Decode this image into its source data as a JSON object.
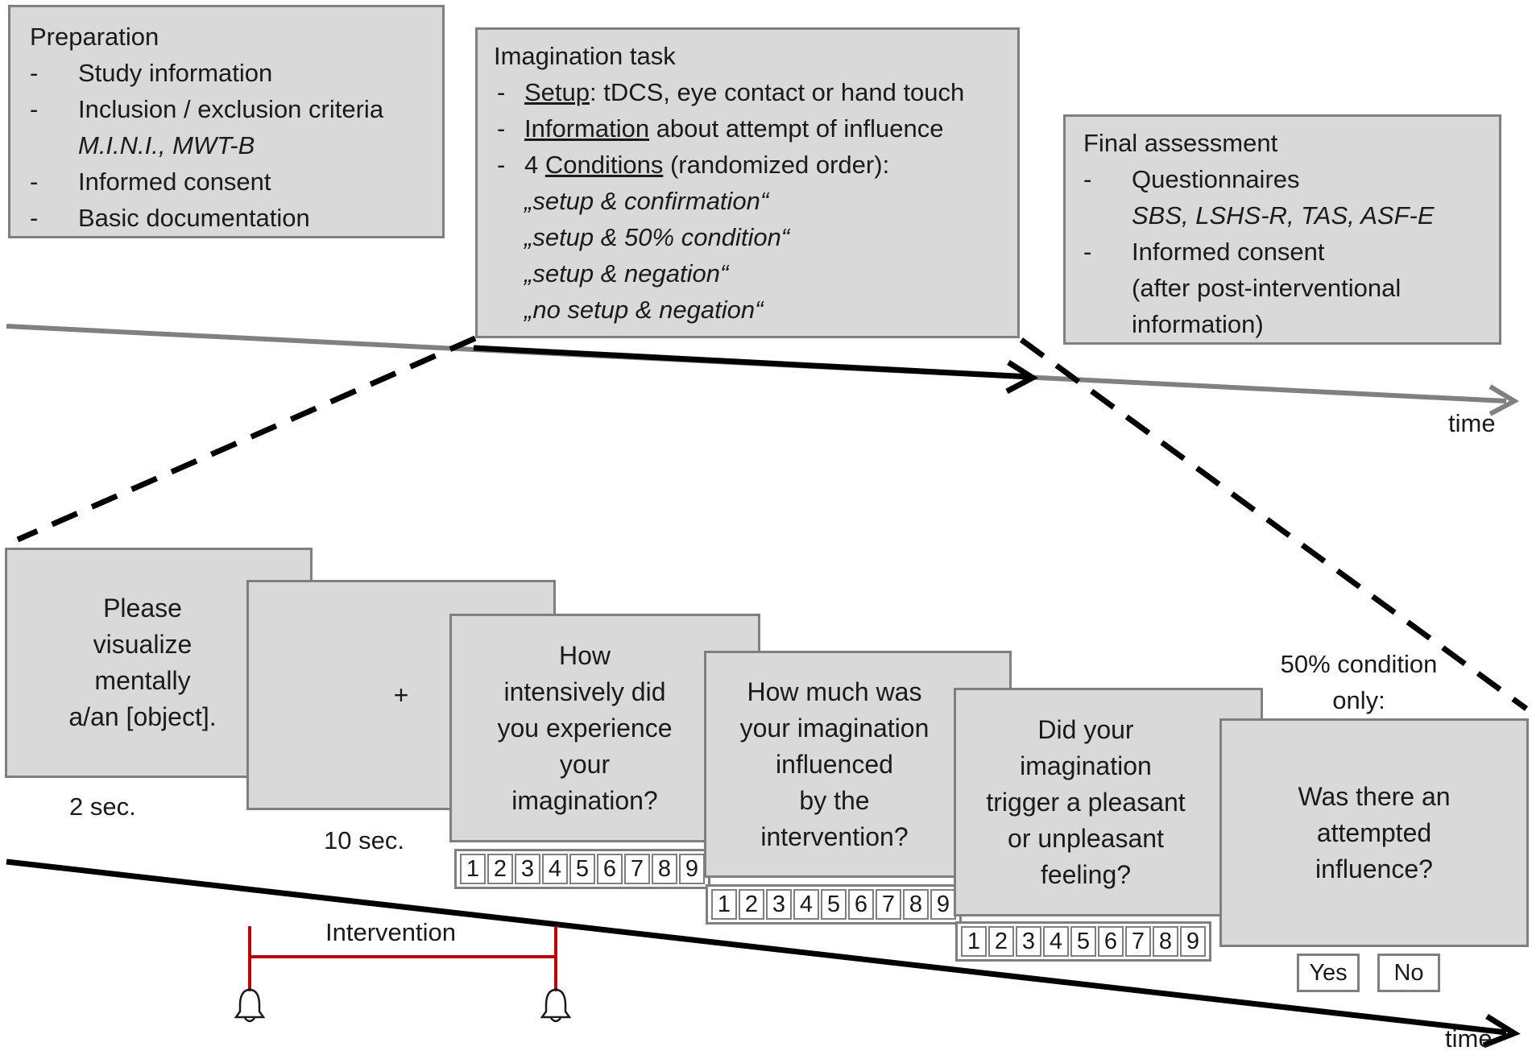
{
  "preparation": {
    "title": "Preparation",
    "items": [
      {
        "dash": "-",
        "text": "Study information"
      },
      {
        "dash": "-",
        "text": "Inclusion / exclusion criteria"
      },
      {
        "dash": "-",
        "text": "Informed consent"
      },
      {
        "dash": "-",
        "text": "Basic documentation"
      }
    ],
    "criteria_sub": "M.I.N.I., MWT-B"
  },
  "imagination": {
    "title": "Imagination task",
    "setup_label": "Setup",
    "setup_text": ": tDCS, eye contact or hand touch",
    "info_label": "Information",
    "info_text": " about attempt of influence",
    "cond_prefix": "4 ",
    "cond_label": "Conditions",
    "cond_text": " (randomized order):",
    "conditions": [
      "„setup & confirmation“",
      "„setup & 50% condition“",
      "„setup & negation“",
      "„no setup & negation“"
    ],
    "dash": "-"
  },
  "final": {
    "title": "Final assessment",
    "q_label": "Questionnaires",
    "q_sub": "SBS, LSHS-R, TAS, ASF-E",
    "ic_label": "Informed consent",
    "ic_sub1": "(after post-interventional",
    "ic_sub2": "information)",
    "dash": "-"
  },
  "time_label_top": "time",
  "time_label_bottom": "time",
  "screens": {
    "s1": "Please\nvisualize\nmentally\na/an [object].",
    "s2": "+",
    "s3": "How\nintensively did\nyou experience\nyour\nimagination?",
    "s4": "How much was\nyour imagination\ninfluenced\nby the\nintervention?",
    "s5": "Did your\nimagination\ntrigger a pleasant\nor unpleasant\nfeeling?",
    "s6": "Was there an\nattempted\ninfluence?"
  },
  "durations": {
    "s1": "2 sec.",
    "s2": "10 sec."
  },
  "fifty_label": "50% condition\nonly:",
  "scale": [
    "1",
    "2",
    "3",
    "4",
    "5",
    "6",
    "7",
    "8",
    "9"
  ],
  "yes": "Yes",
  "no": "No",
  "intervention": "Intervention",
  "colors": {
    "box_fill": "#d9d9d9",
    "box_border": "#7f7f7f",
    "timeline_grey": "#808080",
    "intervention_red": "#c00000"
  }
}
